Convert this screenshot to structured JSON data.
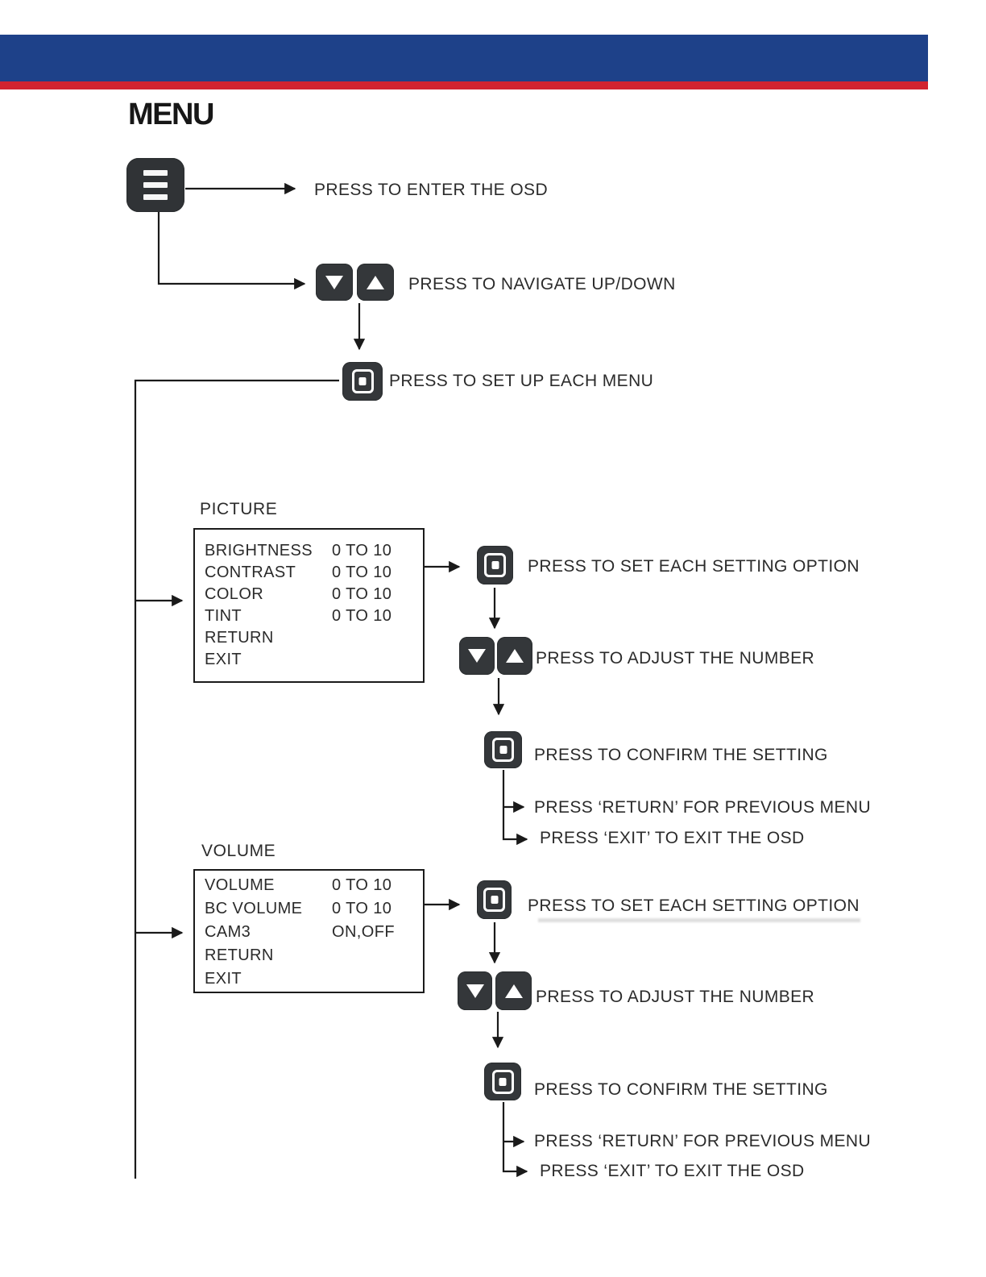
{
  "page": {
    "title": "MENU"
  },
  "header": {
    "bar_color": "#1e4189",
    "stripe_color": "#d22430"
  },
  "colors": {
    "button": "#34373a",
    "ink": "#2b2b2b"
  },
  "icons": {
    "menu_button": "hamburger-icon",
    "down_button": "arrow-down-icon",
    "up_button": "arrow-up-icon",
    "set_button": "set-square-icon"
  },
  "flow": {
    "enter_osd": "PRESS TO ENTER THE OSD",
    "navigate": "PRESS TO NAVIGATE UP/DOWN",
    "setup_menu": "PRESS TO SET UP EACH MENU"
  },
  "steps": {
    "set_option": "PRESS TO SET EACH SETTING OPTION",
    "adjust": "PRESS TO ADJUST THE NUMBER",
    "confirm": "PRESS TO CONFIRM THE SETTING",
    "return_note": "PRESS ‘RETURN’ FOR PREVIOUS MENU",
    "exit_note": "PRESS ‘EXIT’ TO EXIT THE OSD"
  },
  "picture_menu": {
    "label": "PICTURE",
    "items": [
      {
        "name": "BRIGHTNESS",
        "value": "0 TO 10"
      },
      {
        "name": "CONTRAST",
        "value": "0 TO 10"
      },
      {
        "name": "COLOR",
        "value": "0 TO 10"
      },
      {
        "name": "TINT",
        "value": "0 TO 10"
      },
      {
        "name": "RETURN",
        "value": ""
      },
      {
        "name": "EXIT",
        "value": ""
      }
    ]
  },
  "volume_menu": {
    "label": "VOLUME",
    "items": [
      {
        "name": "VOLUME",
        "value": "0 TO 10"
      },
      {
        "name": "BC VOLUME",
        "value": "0 TO 10"
      },
      {
        "name": "CAM3",
        "value": "ON,OFF"
      },
      {
        "name": "RETURN",
        "value": ""
      },
      {
        "name": "EXIT",
        "value": ""
      }
    ]
  }
}
